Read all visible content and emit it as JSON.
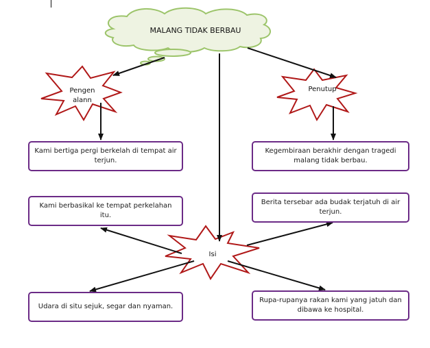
{
  "title": "MALANG TIDAK BERBAU",
  "nodes": {
    "pengenalan": "Pengenalann",
    "penutup": "Penutup",
    "isi": "Isi"
  },
  "boxes": {
    "intro_1": "Kami bertiga pergi berkelah di tempat air terjun.",
    "isi_1": "Kami berbasikal ke tempat perkelahan itu.",
    "isi_2": "Udara di situ sejuk, segar dan nyaman.",
    "penutup_1": "Kegembiraan berakhir dengan tragedi malang tidak berbau.",
    "isi_3": "Berita tersebar ada budak terjatuh di air terjun.",
    "isi_4": "Rupa-rupanya rakan kami yang jatuh dan dibawa ke hospital."
  },
  "colors": {
    "box_border": "#6b2a86",
    "star_stroke": "#b01818",
    "cloud_stroke": "#9cc46a",
    "cloud_fill": "#eef3e2",
    "arrow": "#111111"
  }
}
